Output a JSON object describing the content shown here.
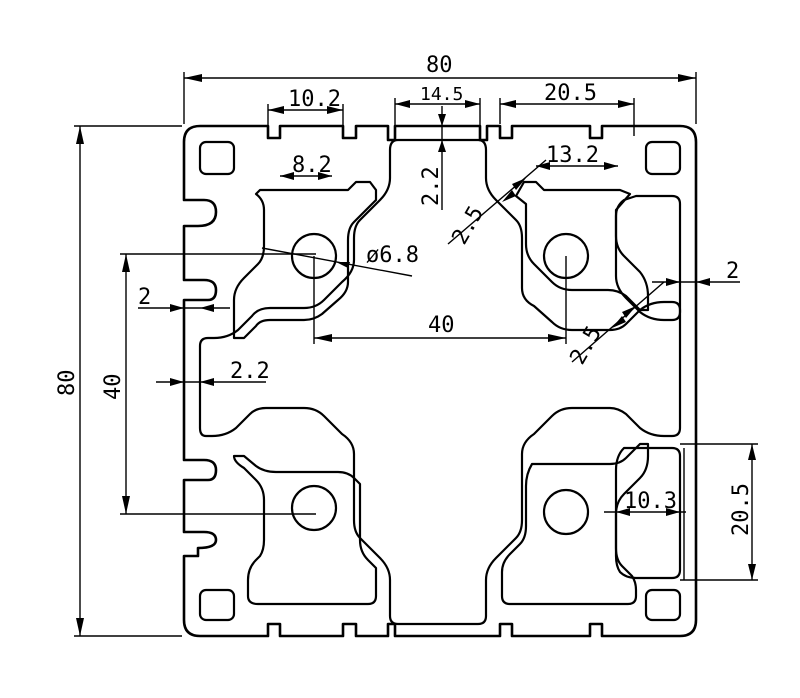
{
  "drawing": {
    "dimensions": {
      "overall_width": "80",
      "overall_height": "80",
      "slot_opening": "10.2",
      "slot_inner": "8.2",
      "center_channel": "14.5",
      "wall_depth": "2.2",
      "corner_width_top": "20.5",
      "corner_inner": "13.2",
      "diagonal_wall": "2.5",
      "hole_diameter": "ø6.8",
      "side_wall": "2",
      "hole_spacing_vertical": "40",
      "hole_spacing_horizontal": "40",
      "left_slot_opening": "2",
      "left_wall": "2.2",
      "diagonal_wall_2": "2.5",
      "corner_cavity_width": "10.3",
      "corner_width_side": "20.5"
    }
  }
}
